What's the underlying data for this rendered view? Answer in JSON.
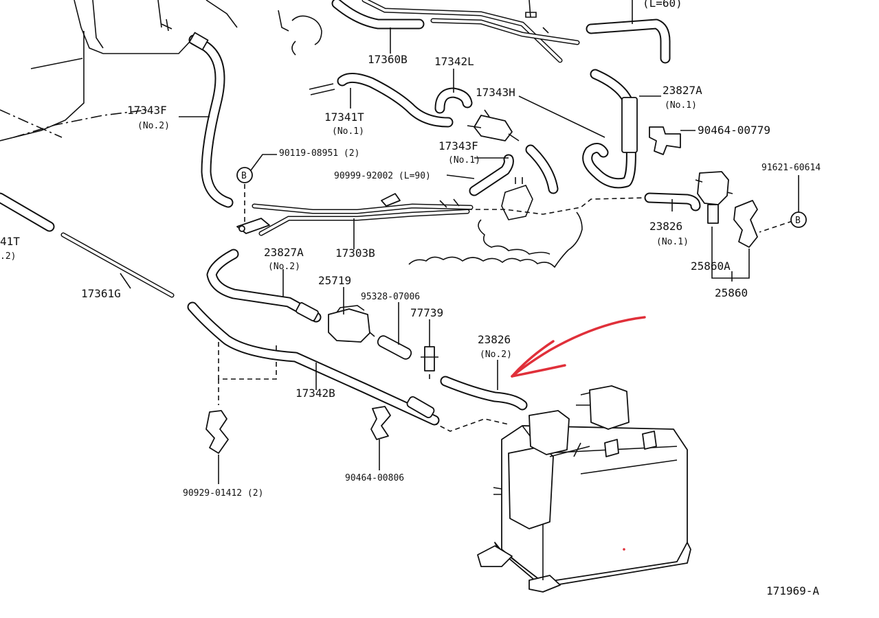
{
  "diagram_id": "171969-A",
  "labels": {
    "l_60": "(L=60)",
    "p17360B": "17360B",
    "p17342L": "17342L",
    "p17343F_no2": "17343F",
    "p17343F_no2_sub": "(No.2)",
    "p17341T_no1": "17341T",
    "p17341T_no1_sub": "(No.1)",
    "p17343H": "17343H",
    "p23827A_no1": "23827A",
    "p23827A_no1_sub": "(No.1)",
    "p90464_00779": "90464-00779",
    "p90119_08951": "90119-08951 (2)",
    "p17343F_no1": "17343F",
    "p17343F_no1_sub": "(No.1)",
    "p91621_60614": "91621-60614",
    "p90999_92002": "90999-92002 (L=90)",
    "p23826_no1": "23826",
    "p23826_no1_sub": "(No.1)",
    "p17341T_left": "41T",
    "p17341T_left_sub": ".2)",
    "p25860A": "25860A",
    "p25860": "25860",
    "p23827A_no2": "23827A",
    "p23827A_no2_sub": "(No.2)",
    "p17303B": "17303B",
    "p25719": "25719",
    "p95328_07006": "95328-07006",
    "p17361G": "17361G",
    "p77739": "77739",
    "p23826_no2": "23826",
    "p23826_no2_sub": "(No.2)",
    "p17342B": "17342B",
    "p90929_01412": "90929-01412 (2)",
    "p90464_00806": "90464-00806",
    "ref_b": "B"
  },
  "colors": {
    "line": "#111111",
    "annotation_arrow": "#e0303a"
  }
}
